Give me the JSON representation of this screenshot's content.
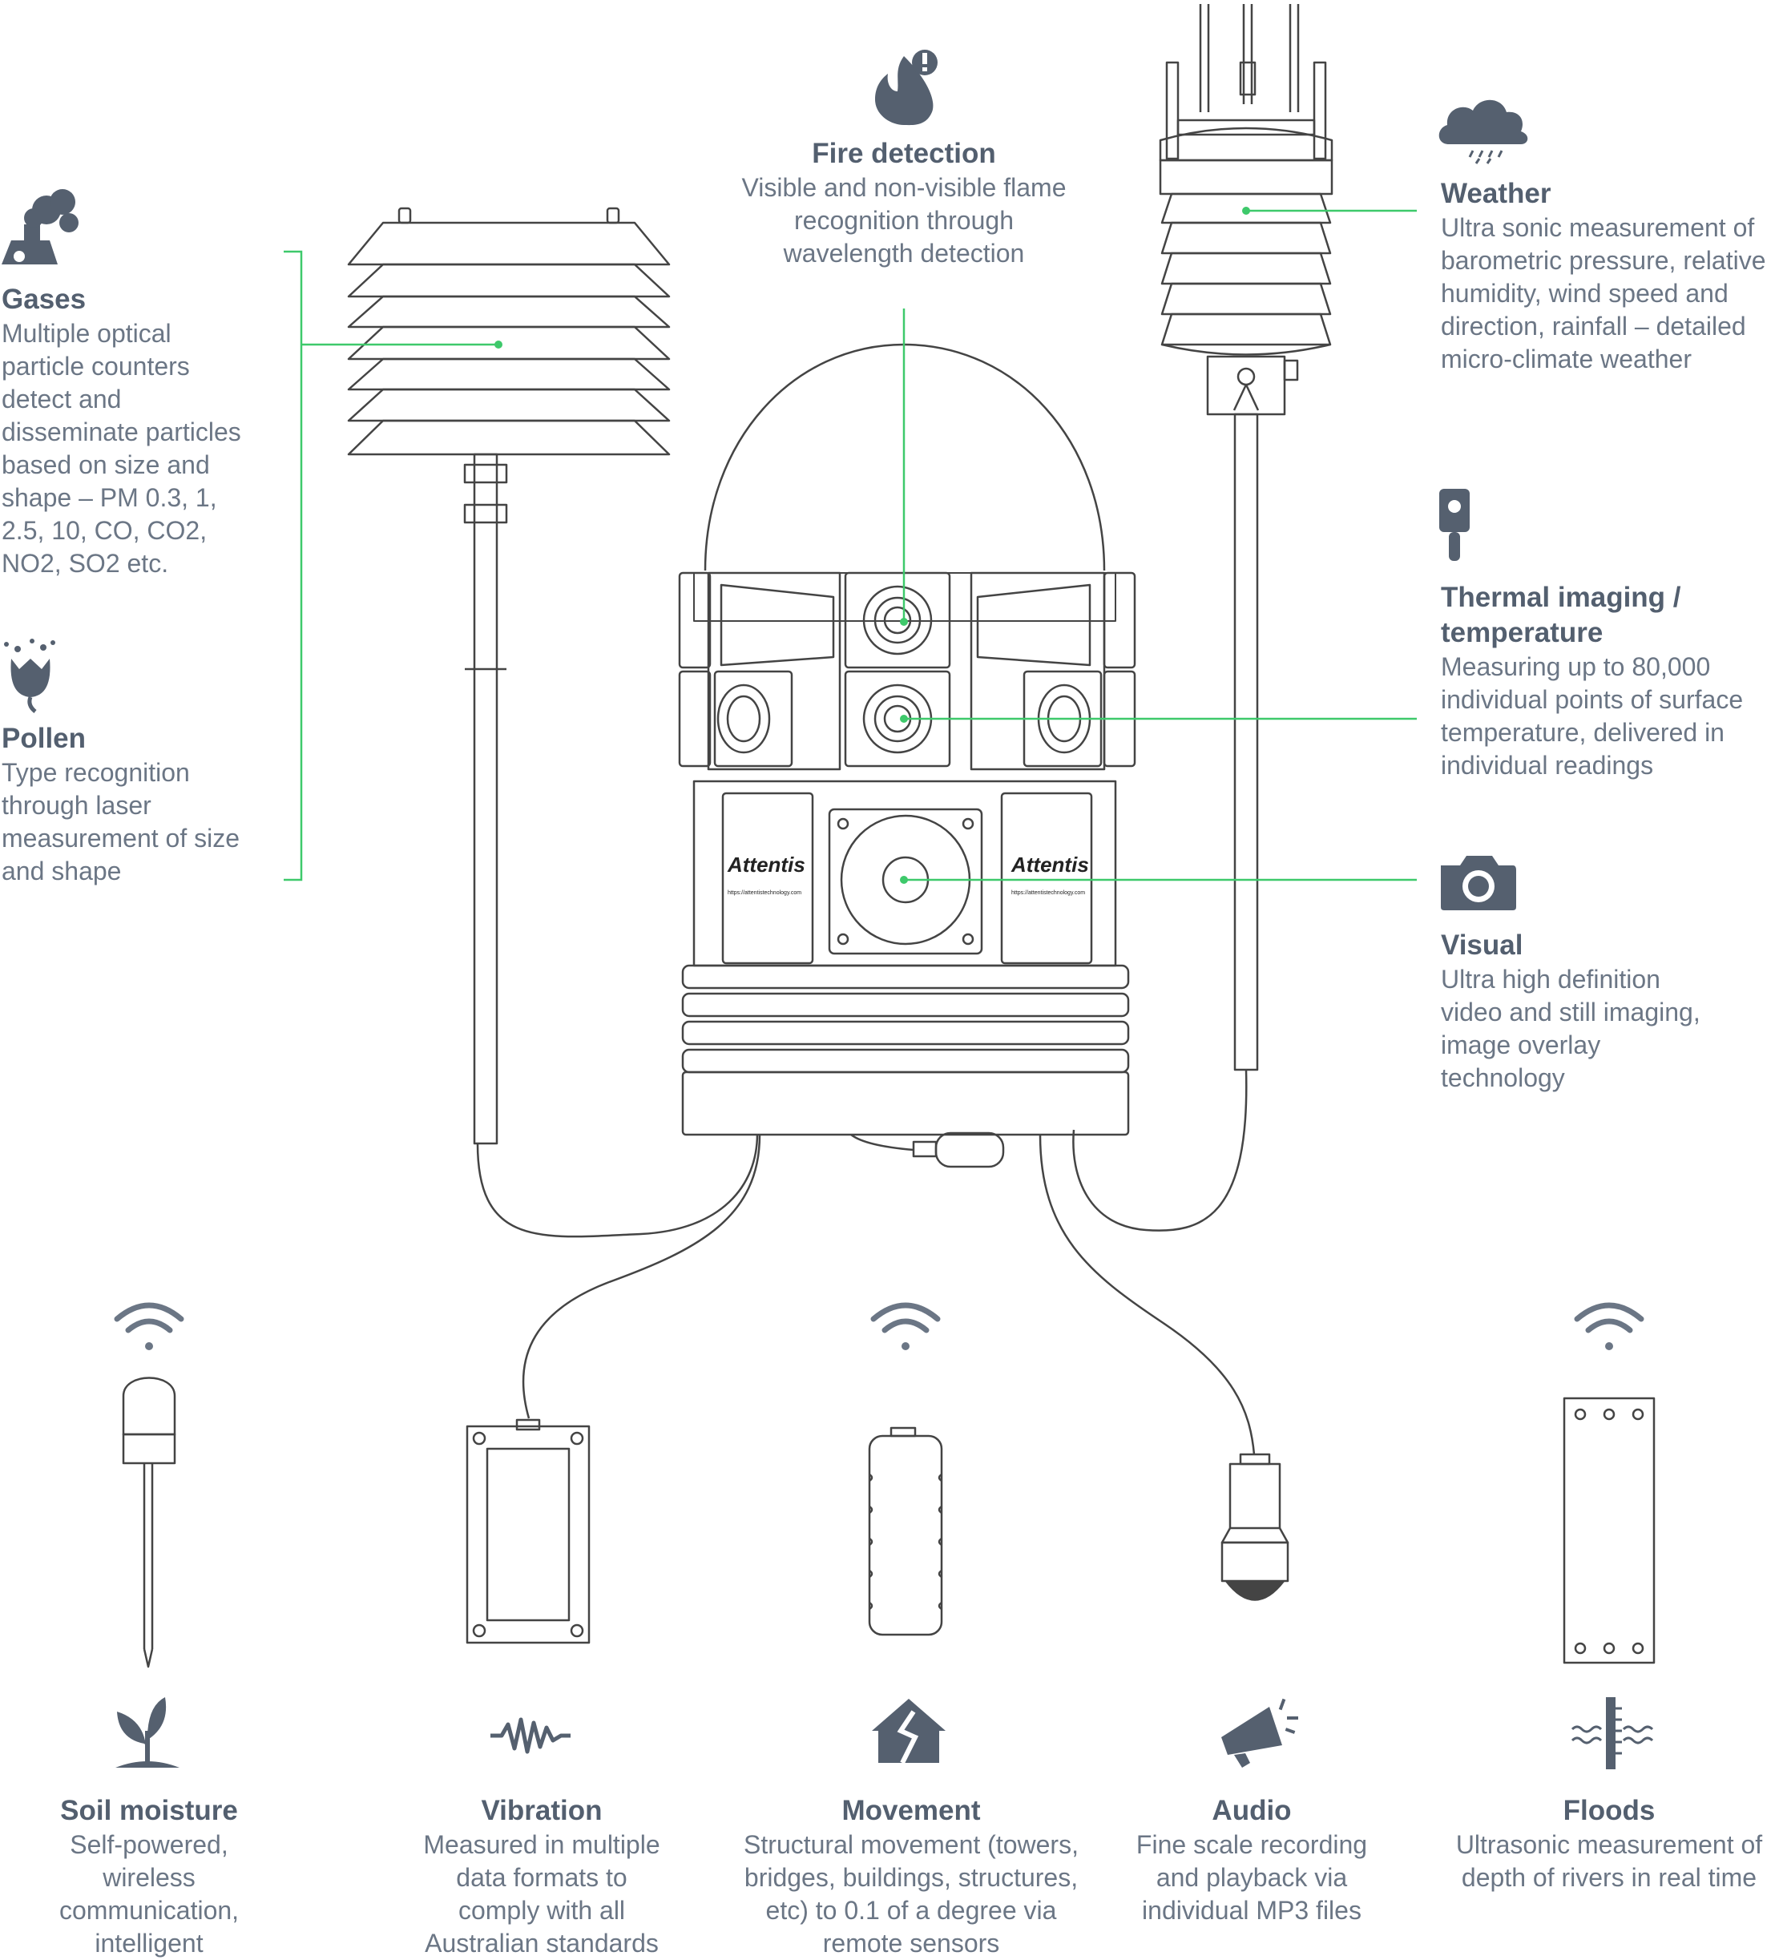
{
  "labels": {
    "fire": {
      "title": "Fire detection",
      "description": "Visible and non-visible flame recognition through wavelength detection"
    },
    "gases": {
      "title": "Gases",
      "description": "Multiple optical particle counters detect and disseminate particles based on size and shape – PM 0.3, 1, 2.5, 10, CO, CO2, NO2, SO2 etc."
    },
    "pollen": {
      "title": "Pollen",
      "description": "Type recognition through laser measurement of size and shape"
    },
    "weather": {
      "title": "Weather",
      "description": "Ultra sonic measurement of barometric pressure, relative humidity, wind speed and direction, rainfall – detailed micro-climate weather"
    },
    "thermal": {
      "title": "Thermal imaging / temperature",
      "description": "Measuring up to 80,000 individual points of surface temperature, delivered in individual readings"
    },
    "visual": {
      "title": "Visual",
      "description": "Ultra high definition video and still imaging, image overlay technology"
    },
    "soil": {
      "title": "Soil moisture",
      "description": "Self-powered, wireless communication, intelligent"
    },
    "vibration": {
      "title": "Vibration",
      "description": "Measured in multiple data formats to comply with all Australian standards"
    },
    "movement": {
      "title": "Movement",
      "description": "Structural movement (towers, bridges, buildings, structures, etc) to 0.1 of a degree via remote sensors"
    },
    "audio": {
      "title": "Audio",
      "description": "Fine scale recording and playback via individual MP3 files"
    },
    "floods": {
      "title": "Floods",
      "description": "Ultrasonic measurement of depth of rivers in real time"
    }
  },
  "device": {
    "brand": "Attentis",
    "url": "https://attentistechnology.com"
  },
  "colors": {
    "connector": "#3ec96b",
    "icon": "#55606f",
    "outline": "#444444",
    "title": "#535f6f",
    "text": "#6b7685"
  },
  "icons": [
    "factory-smoke-icon",
    "flower-icon",
    "flame-alert-icon",
    "cloud-rain-icon",
    "thermometer-probe-icon",
    "camera-icon",
    "wifi-icon",
    "sprout-icon",
    "waveform-icon",
    "cracked-house-icon",
    "megaphone-icon",
    "water-level-icon"
  ]
}
